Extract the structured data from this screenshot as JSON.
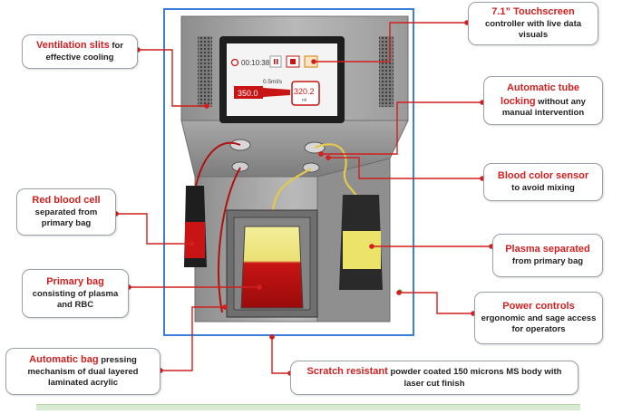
{
  "screen": {
    "timer": "00:10:38",
    "pause_icon": "pause-icon",
    "stop_icon": "stop-icon",
    "value_left": "350.0",
    "value_right": "320.2",
    "flow_rate": "0.5ml/s",
    "unit": "ml"
  },
  "callouts": {
    "ventilation": {
      "highlight": "Ventilation slits",
      "text_inline": " for",
      "text": "effective cooling"
    },
    "touchscreen": {
      "highlight": "7.1” Touchscreen",
      "text": "controller with live data visuals"
    },
    "tube_locking": {
      "highlight_1": "Automatic tube",
      "highlight_2": "locking",
      "text_inline": " without any",
      "text": "manual intervention"
    },
    "blood_sensor": {
      "highlight": "Blood color sensor",
      "text": "to avoid mixing"
    },
    "rbc": {
      "highlight": "Red blood cell",
      "text": "separated from primary bag"
    },
    "plasma": {
      "highlight": "Plasma separated",
      "text": "from primary bag"
    },
    "primary_bag": {
      "highlight": "Primary bag",
      "text": "consisting of plasma and RBC"
    },
    "power": {
      "highlight": "Power controls",
      "text": "ergonomic and sage access for operators"
    },
    "bag_press": {
      "highlight": "Automatic bag",
      "text_inline": " pressing",
      "text": "mechanism of dual layered laminated acrylic"
    },
    "scratch": {
      "highlight": "Scratch resistant",
      "text_inline": " powder coated 150 microns MS body with",
      "text": "laser cut finish"
    }
  },
  "colors": {
    "accent_red": "#d21f1f",
    "frame_blue": "#3c7fd8",
    "leader": "#d21f1f"
  }
}
